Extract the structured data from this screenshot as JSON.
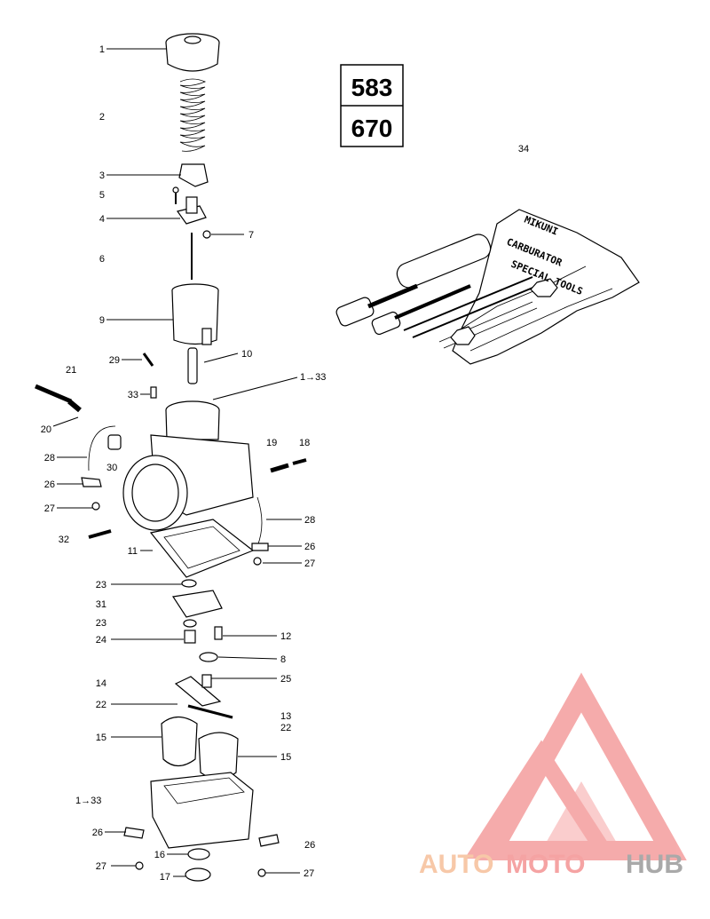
{
  "models": [
    "583",
    "670"
  ],
  "kit_part_number": "34",
  "kit_label_lines": [
    "MIKUNI",
    "CARBURATOR",
    "SPECIAL TOOLS"
  ],
  "callouts": [
    {
      "id": "c1",
      "label": "1"
    },
    {
      "id": "c2",
      "label": "2"
    },
    {
      "id": "c3",
      "label": "3"
    },
    {
      "id": "c5",
      "label": "5"
    },
    {
      "id": "c4",
      "label": "4"
    },
    {
      "id": "c7",
      "label": "7"
    },
    {
      "id": "c6",
      "label": "6"
    },
    {
      "id": "c9",
      "label": "9"
    },
    {
      "id": "c29",
      "label": "29"
    },
    {
      "id": "c10",
      "label": "10"
    },
    {
      "id": "c21",
      "label": "21"
    },
    {
      "id": "c1to33a",
      "label": "1→33"
    },
    {
      "id": "c33",
      "label": "33"
    },
    {
      "id": "c20",
      "label": "20"
    },
    {
      "id": "c19",
      "label": "19"
    },
    {
      "id": "c18",
      "label": "18"
    },
    {
      "id": "c28a",
      "label": "28"
    },
    {
      "id": "c30",
      "label": "30"
    },
    {
      "id": "c26a",
      "label": "26"
    },
    {
      "id": "c27a",
      "label": "27"
    },
    {
      "id": "c28b",
      "label": "28"
    },
    {
      "id": "c32",
      "label": "32"
    },
    {
      "id": "c26b",
      "label": "26"
    },
    {
      "id": "c11",
      "label": "11"
    },
    {
      "id": "c27b",
      "label": "27"
    },
    {
      "id": "c23a",
      "label": "23"
    },
    {
      "id": "c31",
      "label": "31"
    },
    {
      "id": "c23b",
      "label": "23"
    },
    {
      "id": "c24",
      "label": "24"
    },
    {
      "id": "c12",
      "label": "12"
    },
    {
      "id": "c8",
      "label": "8"
    },
    {
      "id": "c14",
      "label": "14"
    },
    {
      "id": "c25",
      "label": "25"
    },
    {
      "id": "c22a",
      "label": "22"
    },
    {
      "id": "c13",
      "label": "13"
    },
    {
      "id": "c22b",
      "label": "22"
    },
    {
      "id": "c15a",
      "label": "15"
    },
    {
      "id": "c15b",
      "label": "15"
    },
    {
      "id": "c1to33b",
      "label": "1→33"
    },
    {
      "id": "c26c",
      "label": "26"
    },
    {
      "id": "c26d",
      "label": "26"
    },
    {
      "id": "c16",
      "label": "16"
    },
    {
      "id": "c27c",
      "label": "27"
    },
    {
      "id": "c17",
      "label": "17"
    },
    {
      "id": "c27d",
      "label": "27"
    }
  ],
  "watermark": {
    "part1": "AUTO",
    "part2": "MOTO",
    "part3": "HUB"
  }
}
